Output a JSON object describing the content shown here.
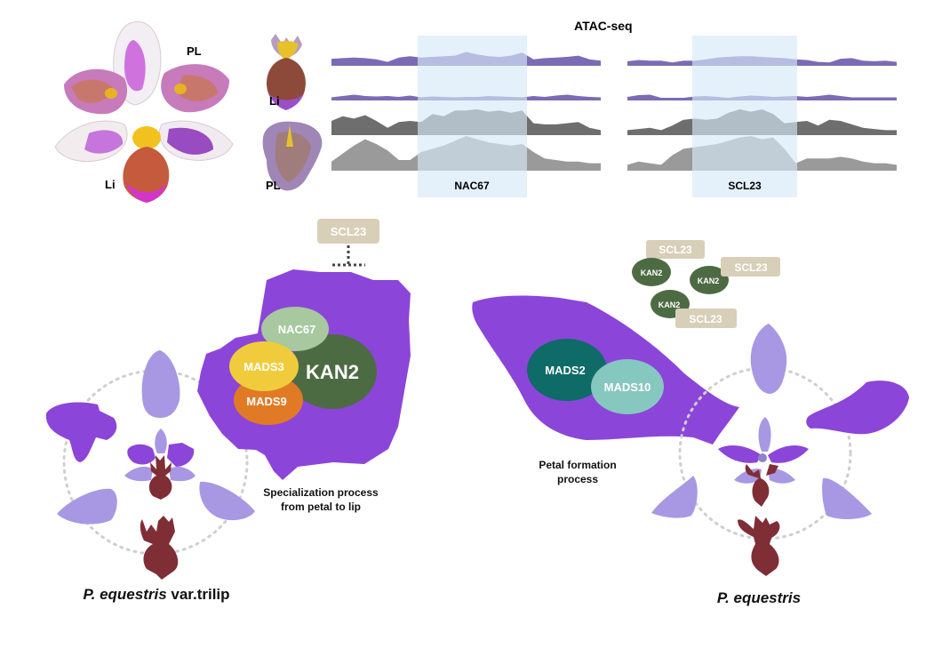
{
  "title": "ATAC-seq",
  "photo_labels": {
    "whole_flower": {
      "pl": "PL",
      "li": "Li"
    },
    "lip_organ": "Li",
    "petal_organ": "PL"
  },
  "tracks": {
    "left_gene": "NAC67",
    "right_gene": "SCL23",
    "row_colors": [
      "#7b6bb5",
      "#7b6bb5",
      "#6e6e6e",
      "#9a9a9a"
    ],
    "highlight_color": "#d6eaf8"
  },
  "left_complex": {
    "repressor": "SCL23",
    "proteins": [
      {
        "name": "NAC67",
        "color": "#a8c8a0"
      },
      {
        "name": "KAN2",
        "color": "#4d6b43"
      },
      {
        "name": "MADS3",
        "color": "#f0cc3c"
      },
      {
        "name": "MADS9",
        "color": "#e07a25"
      }
    ],
    "caption_line1": "Specialization process",
    "caption_line2": "from petal to lip"
  },
  "right_complex": {
    "free_pairs": [
      {
        "kan": "KAN2",
        "scl": "SCL23"
      },
      {
        "kan": "KAN2",
        "scl": "SCL23"
      },
      {
        "kan": "KAN2",
        "scl": "SCL23"
      }
    ],
    "proteins": [
      {
        "name": "MADS2",
        "color": "#0e6b68"
      },
      {
        "name": "MADS10",
        "color": "#86c7c0"
      }
    ],
    "caption_line1": "Petal formation",
    "caption_line2": "process"
  },
  "species": {
    "left_italic": "P. equestris",
    "left_suffix": " var.trilip",
    "right_italic": "P. equestris"
  },
  "colors": {
    "petal_dark": "#8c45d9",
    "petal_light": "#a898e3",
    "lip": "#7f2e36",
    "scl_box": "#d8cfb8",
    "dotted_circle": "#cfcfcf"
  }
}
